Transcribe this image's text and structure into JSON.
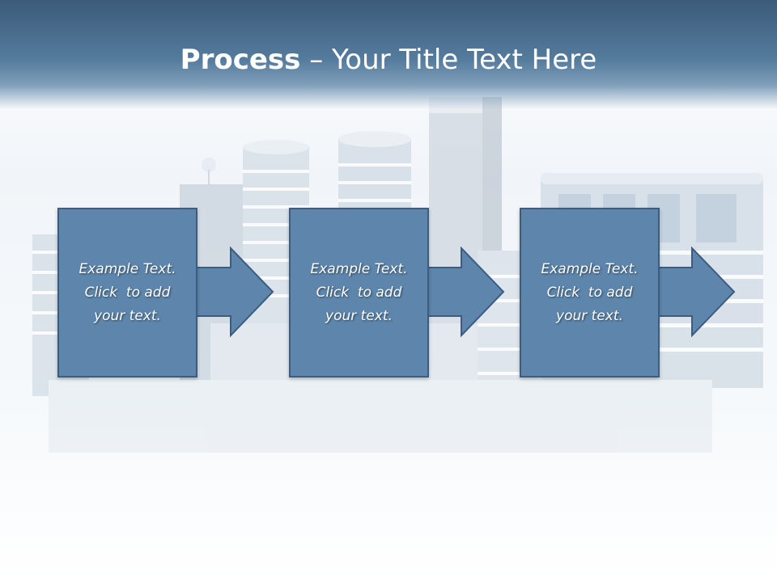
{
  "slide": {
    "title_bold": "Process",
    "title_sep": " – ",
    "title_rest": "Your Title Text Here"
  },
  "steps": [
    {
      "line1": "Example Text.",
      "line2": "Click  to add",
      "line3": "your text."
    },
    {
      "line1": "Example Text.",
      "line2": "Click  to add",
      "line3": "your text."
    },
    {
      "line1": "Example Text.",
      "line2": "Click  to add",
      "line3": "your text."
    }
  ],
  "colors": {
    "box_fill": "#5e86ad",
    "box_border": "#3c5d80",
    "title_band": "#4a6f92",
    "text": "#ffffff"
  },
  "background_image": "city-buildings"
}
